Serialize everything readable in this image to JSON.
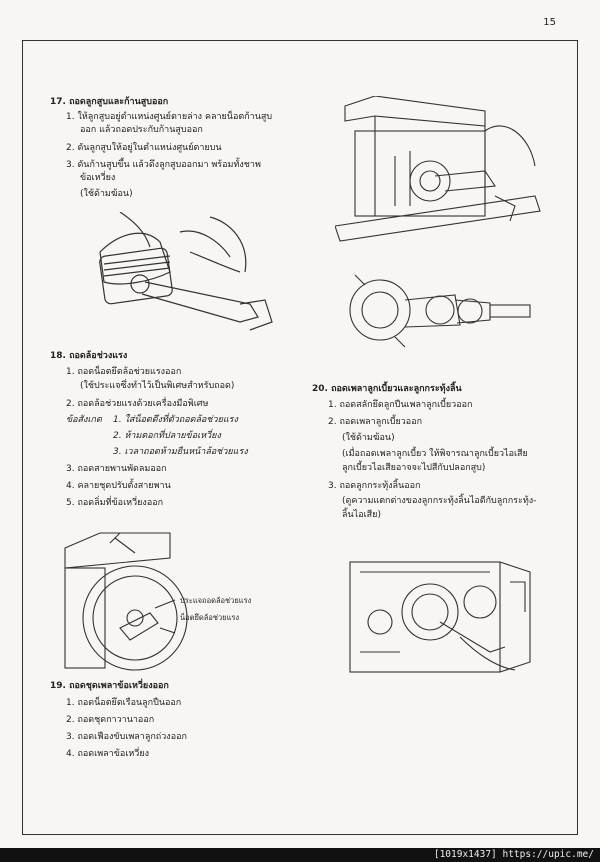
{
  "page_number": "15",
  "s17": {
    "title": "17.  ถอดลูกสูบและก้านสูบออก",
    "items": [
      "1.  ให้ลูกสูบอยู่ตำแหน่งศูนย์ตายล่าง  คลายน็อตก้านสูบ",
      "ออก แล้วถอดประกับก้านสูบออก",
      "2.  ดันลูกสูบให้อยู่ในตำแหน่งศูนย์ตายบน",
      "3.  ดันก้านสูบขึ้น แล้วดึงลูกสูบออกมา  พร้อมทั้งชาพ",
      "ข้อเหวี่ยง",
      "(ใช้ด้ามฆ้อน)"
    ]
  },
  "s18": {
    "title": "18.  ถอดล้อช่วงแรง",
    "items": [
      "1.  ถอดน็อตยึดล้อช่วยแรงออก",
      "(ใช้ประแจซึ่งทำไว้เป็นพิเศษสำหรับถอด)",
      "2.  ถอดล้อช่วยแรงด้วยเครื่องมือพิเศษ",
      "3.  ถอดสายพานพัดลมออก",
      "4.  คลายชุดปรับตั้งสายพาน",
      "5.  ถอดลิ่มที่ข้อเหวี่ยงออก"
    ],
    "note_label": "ข้อสังเกต",
    "notes": [
      "1.  ใส่น็อตดึงที่ตัวถอดล้อช่วยแรง",
      "2.  ห้ามตอกที่ปลายข้อเหวี่ยง",
      "3.  เวลาถอดห้ามยืนหน้าล้อช่วยแรง"
    ]
  },
  "s19": {
    "title": "19.  ถอดชุดเพลาข้อเหวี่ยงออก",
    "items": [
      "1.  ถอดน็อตยึดเรือนลูกปืนออก",
      "2.  ถอดชุดกาวานาออก",
      "3.  ถอดเฟืองขับเพลาลูกถ่วงออก",
      "4.  ถอดเพลาข้อเหวี่ยง"
    ]
  },
  "s20": {
    "title": "20.  ถอดเพลาลูกเบี้ยวและลูกกระทุ้งลิ้น",
    "items": [
      "1.  ถอดสลักยึดลูกปืนเพลาลูกเบี้ยวออก",
      "2.  ถอดเพลาลูกเบี้ยวออก",
      "(ใช้ด้ามฆ้อน)",
      "(เมื่อถอดเพลาลูกเบี้ยว  ให้พิจารณาลูกเบี้ยวไอเสีย",
      "ลูกเบี้ยวไอเสียอาจจะไปสีกับปลอกสูบ)",
      "3.  ถอดลูกกระทุ้งลิ้นออก",
      "(ดูความแตกต่างของลูกกระทุ้งลิ้นไอดีกับลูกกระทุ้ง-",
      "ลิ้นไอเสีย)"
    ]
  },
  "fig_labels": {
    "flywheel_wrench": "ประแจถอดล้อช่วยแรง",
    "flywheel_nut": "น็อตยึดล้อช่วยแรง"
  },
  "footer": "[1019x1437] https://upic.me/"
}
